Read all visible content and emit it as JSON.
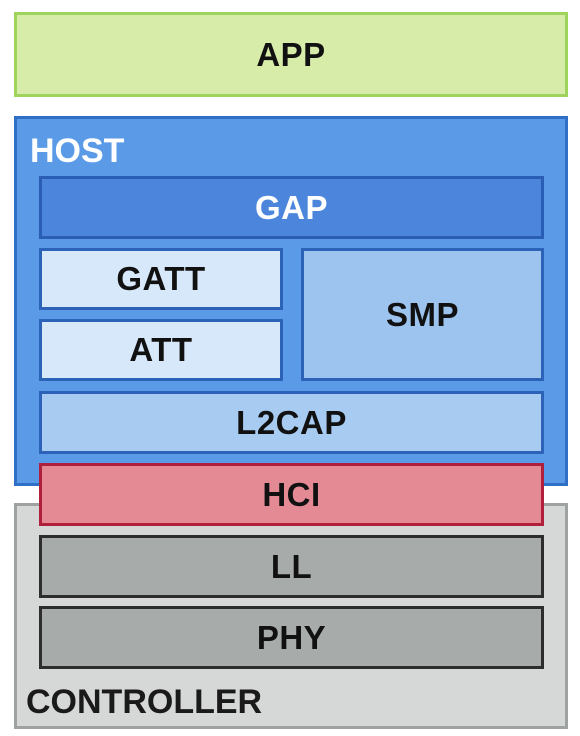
{
  "layers": {
    "app": "APP",
    "host": "HOST",
    "gap": "GAP",
    "gatt": "GATT",
    "att": "ATT",
    "smp": "SMP",
    "l2cap": "L2CAP",
    "hci": "HCI",
    "ll": "LL",
    "phy": "PHY",
    "controller": "CONTROLLER"
  },
  "colors": {
    "app_fill": "#d8ecaa",
    "host_fill": "#5a9ae6",
    "gap_fill": "#4c86dc",
    "hci_fill": "#e38a95",
    "controller_fill": "#d6d8d7",
    "ll_phy_fill": "#a7abaa"
  }
}
